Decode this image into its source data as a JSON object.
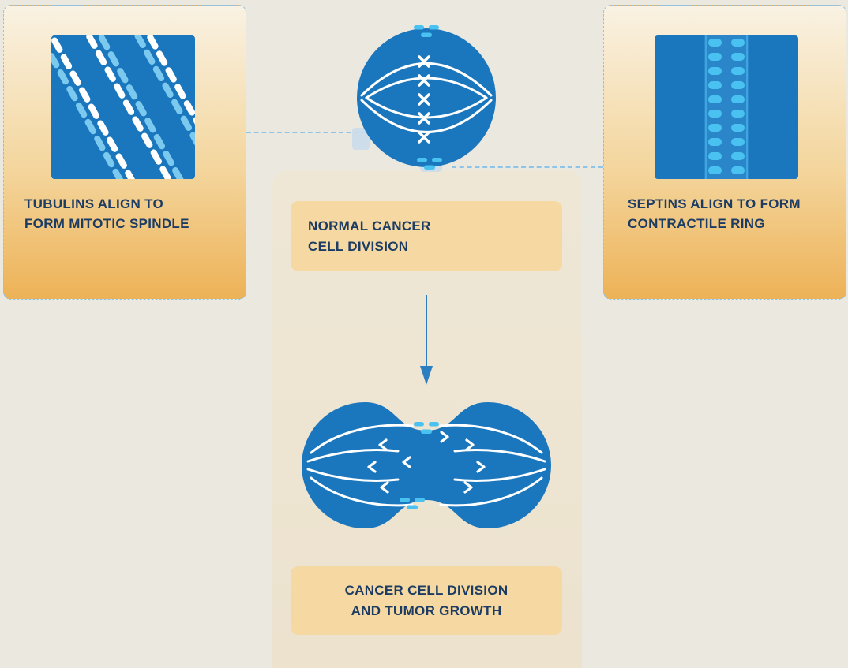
{
  "title": "Cancer cell division infographic",
  "palette": {
    "page_bg": "#ebe8e0",
    "panel_bg": "#eee5d3",
    "callout_gradient_top": "#f9f2e3",
    "callout_gradient_bottom": "#edb257",
    "callout_border": "#8ec4e8",
    "cell_blue": "#1a76bd",
    "septin_cyan": "#49c2f1",
    "filament_light_blue": "#7cc9f0",
    "label_bg": "#f5d8a2",
    "text_navy": "#1d3c63",
    "arrow_blue": "#2b7fc1",
    "white": "#ffffff"
  },
  "boxes": {
    "left": {
      "icon": "tubulin-filaments-icon",
      "lines": [
        "TUBULINS ALIGN TO",
        "FORM MITOTIC SPINDLE"
      ]
    },
    "right": {
      "icon": "septin-ring-icon",
      "lines": [
        "SEPTINS ALIGN TO FORM",
        "CONTRACTILE RING"
      ]
    }
  },
  "flow": {
    "normal_cell_icon": "normal-cell-division-illustration",
    "down_arrow_icon": "down-arrow-icon",
    "dividing_cell_icon": "dividing-cell-illustration",
    "normal_label_lines": [
      "NORMAL CANCER",
      "CELL DIVISION"
    ],
    "tumor_label_lines": [
      "CANCER CELL DIVISION",
      "AND TUMOR GROWTH"
    ]
  }
}
